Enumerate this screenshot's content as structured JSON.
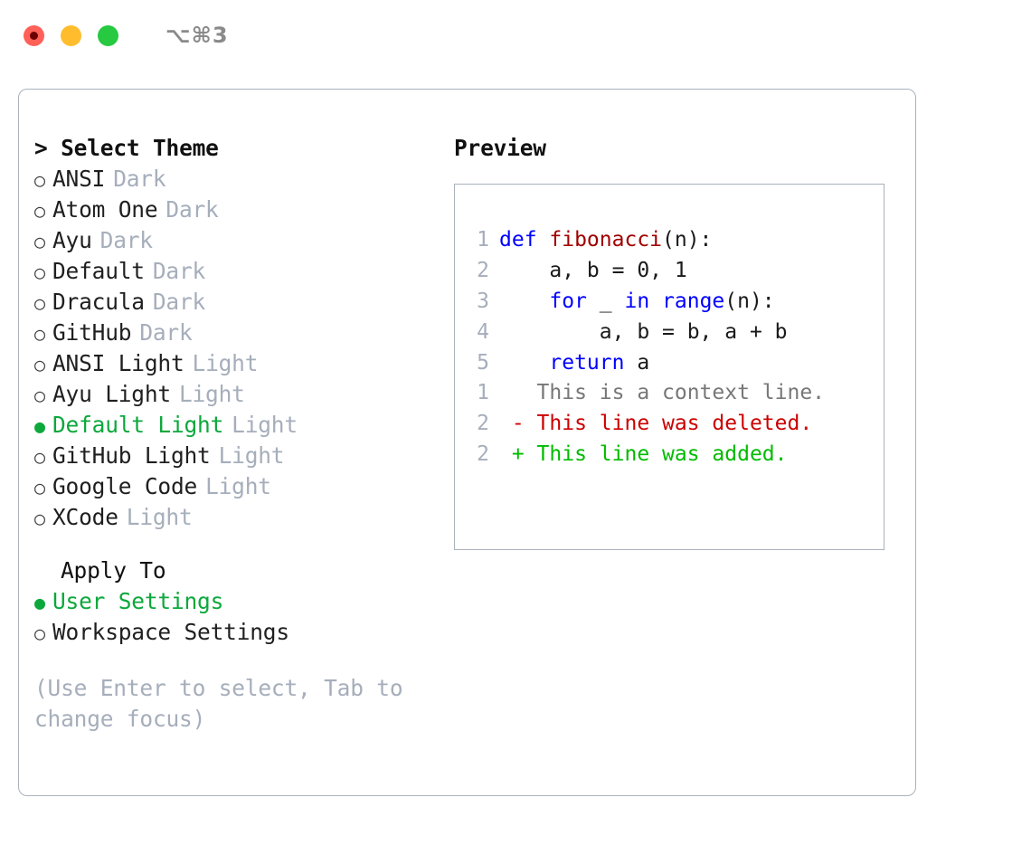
{
  "window": {
    "title": "⌥⌘3",
    "traffic_lights": [
      {
        "name": "close",
        "color": "#ff6159"
      },
      {
        "name": "minimize",
        "color": "#ffbd2e"
      },
      {
        "name": "maximize",
        "color": "#26c940"
      }
    ]
  },
  "theme_menu": {
    "caret": ">",
    "heading": "Select Theme",
    "selected_bullet": "●",
    "unselected_bullet": "○",
    "items": [
      {
        "name": "ANSI",
        "tag": "Dark",
        "selected": false
      },
      {
        "name": "Atom One",
        "tag": "Dark",
        "selected": false
      },
      {
        "name": "Ayu",
        "tag": "Dark",
        "selected": false
      },
      {
        "name": "Default",
        "tag": "Dark",
        "selected": false
      },
      {
        "name": "Dracula",
        "tag": "Dark",
        "selected": false
      },
      {
        "name": "GitHub",
        "tag": "Dark",
        "selected": false
      },
      {
        "name": "ANSI Light",
        "tag": "Light",
        "selected": false
      },
      {
        "name": "Ayu Light",
        "tag": "Light",
        "selected": false
      },
      {
        "name": "Default Light",
        "tag": "Light",
        "selected": true
      },
      {
        "name": "GitHub Light",
        "tag": "Light",
        "selected": false
      },
      {
        "name": "Google Code",
        "tag": "Light",
        "selected": false
      },
      {
        "name": "XCode",
        "tag": "Light",
        "selected": false
      }
    ]
  },
  "apply_to": {
    "heading": "Apply To",
    "items": [
      {
        "name": "User Settings",
        "selected": true
      },
      {
        "name": "Workspace Settings",
        "selected": false
      }
    ]
  },
  "hint": "(Use Enter to select, Tab to change focus)",
  "preview": {
    "title": "Preview",
    "code_lines": [
      {
        "num": "1",
        "tokens": [
          {
            "t": "def ",
            "c": "kw"
          },
          {
            "t": "fibonacci",
            "c": "fn"
          },
          {
            "t": "(n):",
            "c": "plain"
          }
        ]
      },
      {
        "num": "2",
        "tokens": [
          {
            "t": "    a, b = 0, 1",
            "c": "plain"
          }
        ]
      },
      {
        "num": "3",
        "tokens": [
          {
            "t": "    ",
            "c": "plain"
          },
          {
            "t": "for",
            "c": "kw"
          },
          {
            "t": " _ ",
            "c": "plain"
          },
          {
            "t": "in range",
            "c": "kw"
          },
          {
            "t": "(n):",
            "c": "plain"
          }
        ]
      },
      {
        "num": "4",
        "tokens": [
          {
            "t": "        a, b = b, a + b",
            "c": "plain"
          }
        ]
      },
      {
        "num": "5",
        "tokens": [
          {
            "t": "    ",
            "c": "plain"
          },
          {
            "t": "return",
            "c": "kw"
          },
          {
            "t": " a",
            "c": "plain"
          }
        ]
      }
    ],
    "diff_lines": [
      {
        "num": "1",
        "marker": "  ",
        "text": "This is a context line.",
        "kind": "ctx"
      },
      {
        "num": "2",
        "marker": "- ",
        "text": "This line was deleted.",
        "kind": "del"
      },
      {
        "num": "2",
        "marker": "+ ",
        "text": "This line was added.",
        "kind": "add"
      }
    ]
  },
  "colors": {
    "accent_green": "#0ca83c",
    "muted": "#a6aebb",
    "border": "#aab2bd",
    "keyword_blue": "#0000ff",
    "function_red": "#a00000",
    "diff_delete_red": "#cc0000",
    "diff_add_green": "#00bb00",
    "text": "#1f1f1f"
  }
}
